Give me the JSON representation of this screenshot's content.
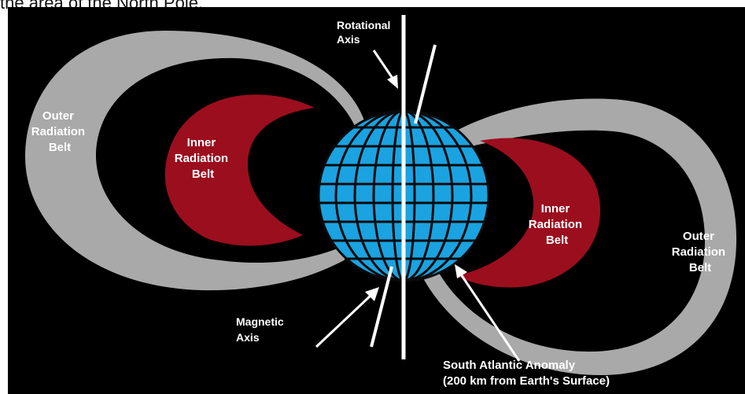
{
  "caption": "the area of the North Pole.",
  "labels": {
    "rotational_axis": [
      "Rotational",
      "Axis"
    ],
    "magnetic_axis": [
      "Magnetic",
      "Axis"
    ],
    "outer_belt_left": [
      "Outer",
      "Radiation",
      "Belt"
    ],
    "outer_belt_right": [
      "Outer",
      "Radiation",
      "Belt"
    ],
    "inner_belt_left": [
      "Inner",
      "Radiation",
      "Belt"
    ],
    "inner_belt_right": [
      "Inner",
      "Radiation",
      "Belt"
    ],
    "south_atlantic_anomaly": [
      "South Atlantic Anomaly",
      "(200 km from Earth's Surface)"
    ]
  },
  "colors": {
    "background": "#000000",
    "outer_belt": "#a9a9a9",
    "inner_belt": "#9b0e1e",
    "earth": "#1aa3e0",
    "grid": "#0a0a0a",
    "axis": "#ffffff",
    "label_light": "#ffffff"
  }
}
